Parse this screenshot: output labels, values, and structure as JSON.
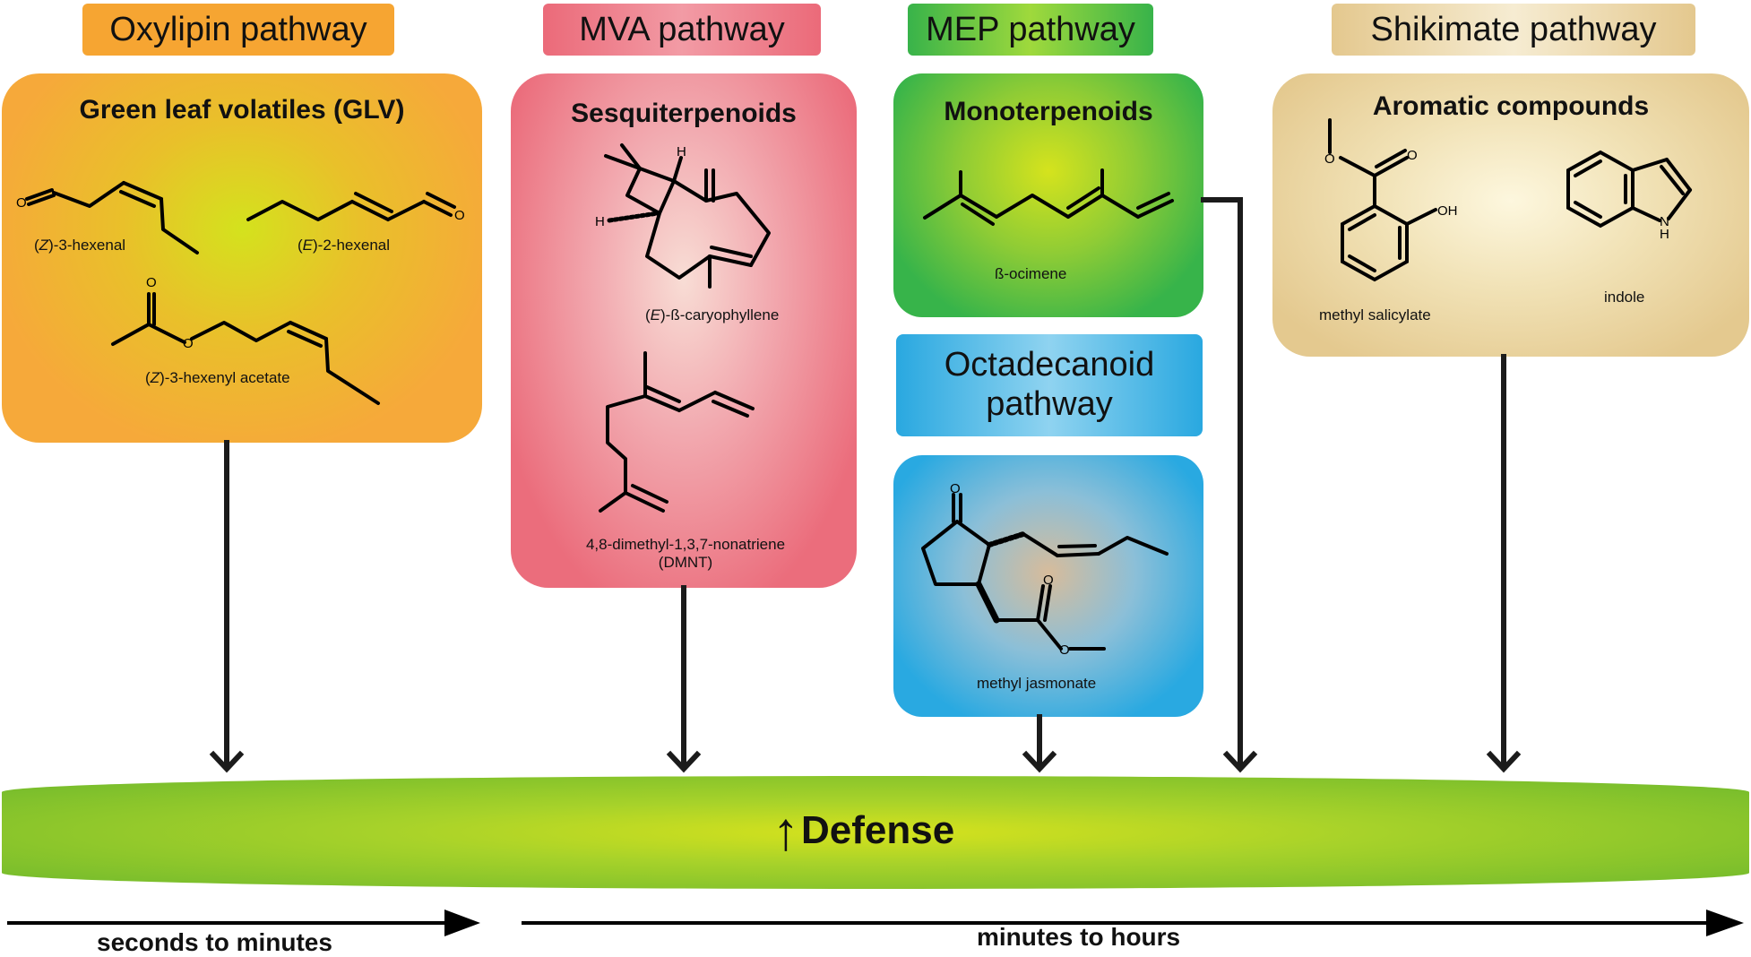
{
  "pathways": {
    "oxylipin": "Oxylipin pathway",
    "mva": "MVA pathway",
    "mep": "MEP pathway",
    "shikimate": "Shikimate pathway",
    "octadecanoid_line1": "Octadecanoid",
    "octadecanoid_line2": "pathway"
  },
  "boxes": {
    "glv": {
      "title": "Green leaf volatiles (GLV)",
      "compounds": {
        "z3_hexenal": {
          "italic": "Z",
          "pre": "(",
          "post": ")-3-hexenal"
        },
        "e2_hexenal": {
          "italic": "E",
          "pre": "(",
          "post": ")-2-hexenal"
        },
        "z3_hexenyl_acetate": {
          "italic": "Z",
          "pre": "(",
          "post": ")-3-hexenyl acetate"
        }
      }
    },
    "sesquiterpenoids": {
      "title": "Sesquiterpenoids",
      "compounds": {
        "caryophyllene": {
          "italic": "E",
          "pre": "(",
          "post": ")-ß-caryophyllene"
        },
        "dmnt_line1": "4,8-dimethyl-1,3,7-nonatriene",
        "dmnt_line2": "(DMNT)"
      }
    },
    "monoterpenoids": {
      "title": "Monoterpenoids",
      "compounds": {
        "ocimene": "ß-ocimene"
      }
    },
    "octadecanoid": {
      "compounds": {
        "methyl_jasmonate": "methyl jasmonate"
      }
    },
    "aromatic": {
      "title": "Aromatic compounds",
      "compounds": {
        "methyl_salicylate": "methyl salicylate",
        "indole": "indole"
      }
    }
  },
  "atoms": {
    "oxygen": "O",
    "hydrogen": "H",
    "hydroxyl": "OH",
    "nitrogen": "N"
  },
  "defense": {
    "arrow": "↑",
    "label": "Defense"
  },
  "timeline": {
    "short": "seconds to minutes",
    "long": "minutes to hours"
  },
  "colors": {
    "oxylipin": "#f6a12e",
    "mva": "#eb6c7c",
    "mep": "#35b24a",
    "octadecanoid": "#29a9e1",
    "shikimate": "#e6cb91",
    "defense_bar": "#7cbe2c"
  }
}
